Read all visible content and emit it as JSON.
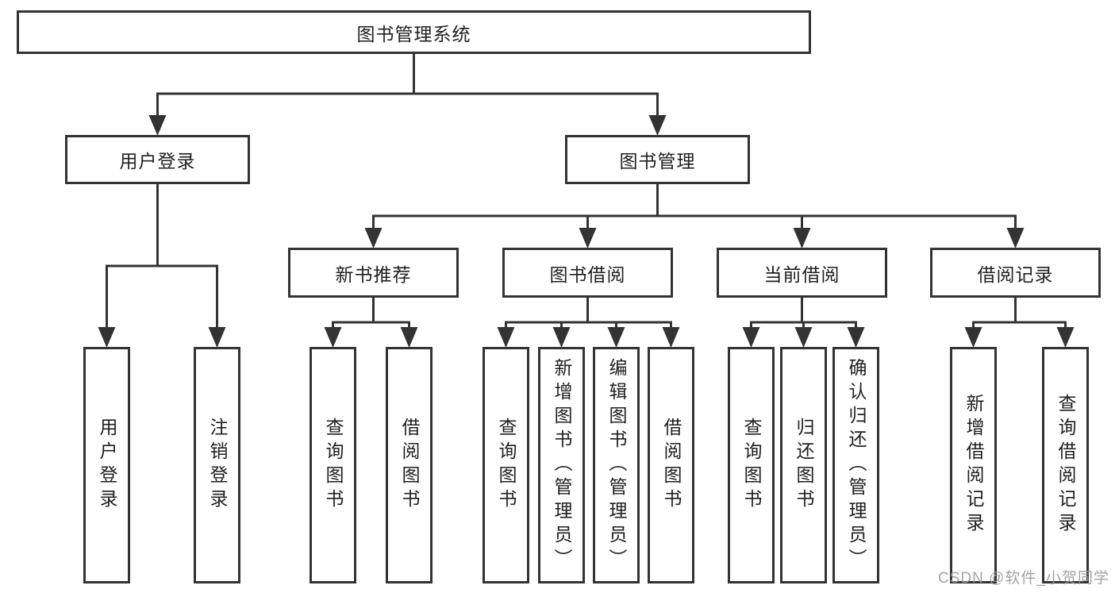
{
  "nodes": {
    "root": "图书管理系统",
    "level2": [
      {
        "label": "用户登录"
      },
      {
        "label": "图书管理"
      }
    ],
    "level3": [
      {
        "label": "新书推荐"
      },
      {
        "label": "图书借阅"
      },
      {
        "label": "当前借阅"
      },
      {
        "label": "借阅记录"
      }
    ],
    "groups": [
      {
        "parent": "用户登录",
        "items": [
          "用户登录",
          "注销登录"
        ]
      },
      {
        "parent": "新书推荐",
        "items": [
          "查询图书",
          "借阅图书"
        ]
      },
      {
        "parent": "图书借阅",
        "items": [
          "查询图书",
          "新增图书（管理员）",
          "编辑图书（管理员）",
          "借阅图书"
        ]
      },
      {
        "parent": "当前借阅",
        "items": [
          "查询图书",
          "归还图书",
          "确认归还（管理员）"
        ]
      },
      {
        "parent": "借阅记录",
        "items": [
          "新增借阅记录",
          "查询借阅记录"
        ]
      }
    ]
  },
  "watermark": "CSDN @软件_小贺同学",
  "colors": {
    "line": "#333333",
    "text": "#1f1f1f",
    "background": "#ffffff",
    "watermark": "#999999"
  }
}
